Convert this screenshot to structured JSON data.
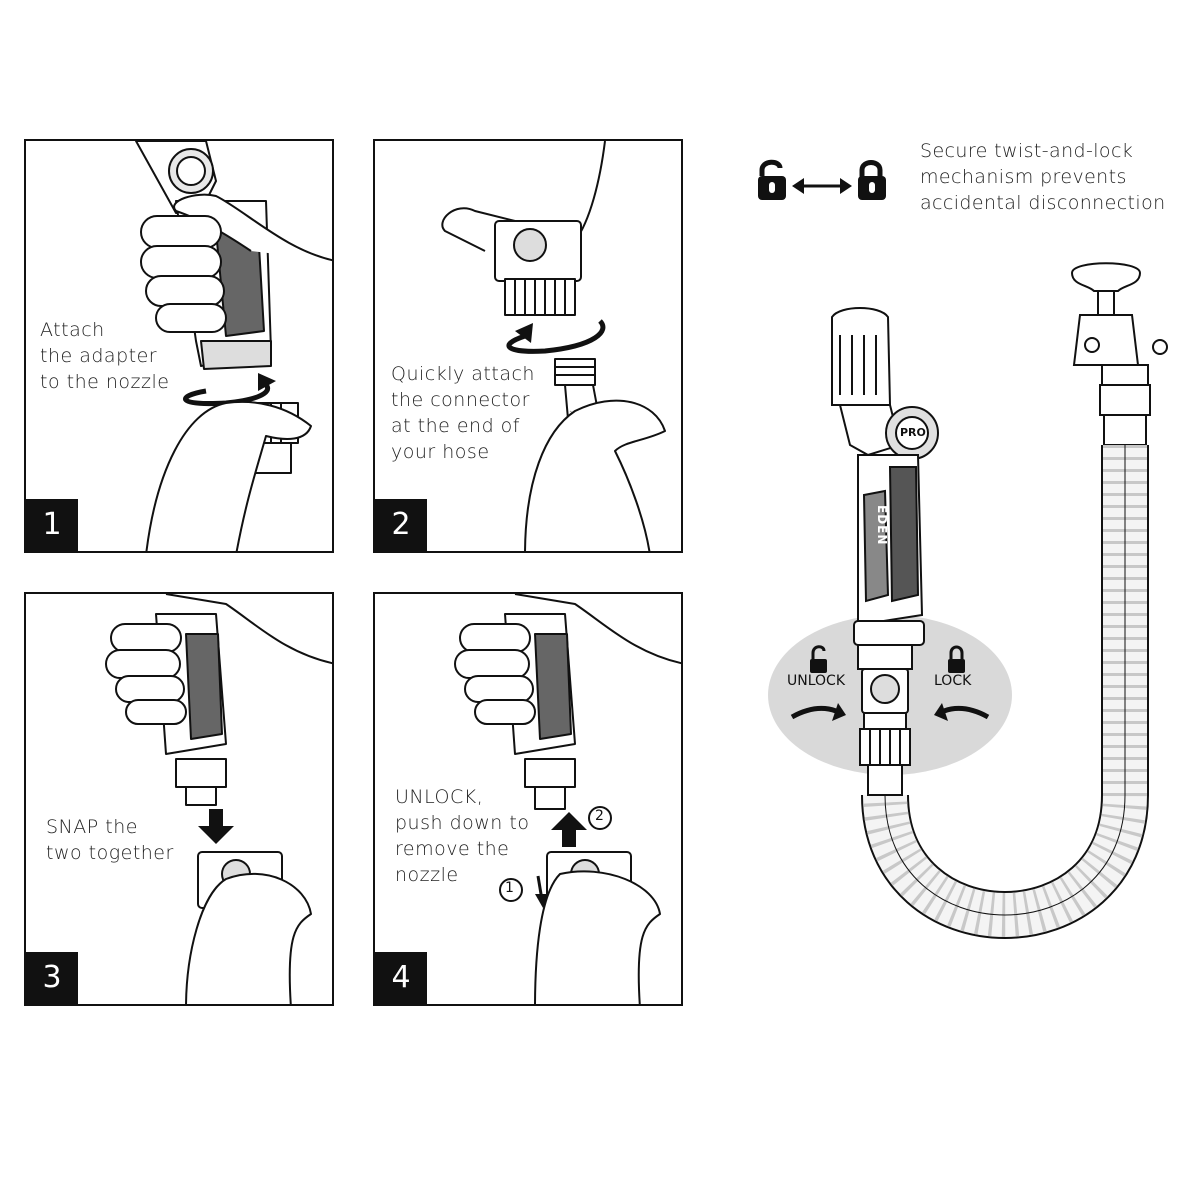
{
  "steps": [
    {
      "number": "1",
      "caption": [
        "Attach",
        "the adapter",
        "to the nozzle"
      ]
    },
    {
      "number": "2",
      "caption": [
        "Quickly attach",
        "the connector",
        "at the end of",
        "your hose"
      ]
    },
    {
      "number": "3",
      "caption": [
        "SNAP the",
        "two together"
      ]
    },
    {
      "number": "4",
      "caption": [
        "UNLOCK,",
        "push down to",
        "remove the",
        "nozzle"
      ]
    }
  ],
  "step4_markers": {
    "first": "1",
    "second": "2"
  },
  "feature_note": [
    "Secure twist-and-lock",
    "mechanism prevents",
    "accidental disconnection"
  ],
  "lock_labels": {
    "unlock": "UNLOCK",
    "lock": "LOCK"
  },
  "brand": {
    "nozzle_brand": "EDEN",
    "dial_label": "PRO"
  },
  "icons": [
    "unlock-icon",
    "double-arrow-icon",
    "lock-icon"
  ],
  "colors": {
    "ink": "#111111",
    "lock_zone": "#d9d9d9",
    "grip": "#555555"
  }
}
